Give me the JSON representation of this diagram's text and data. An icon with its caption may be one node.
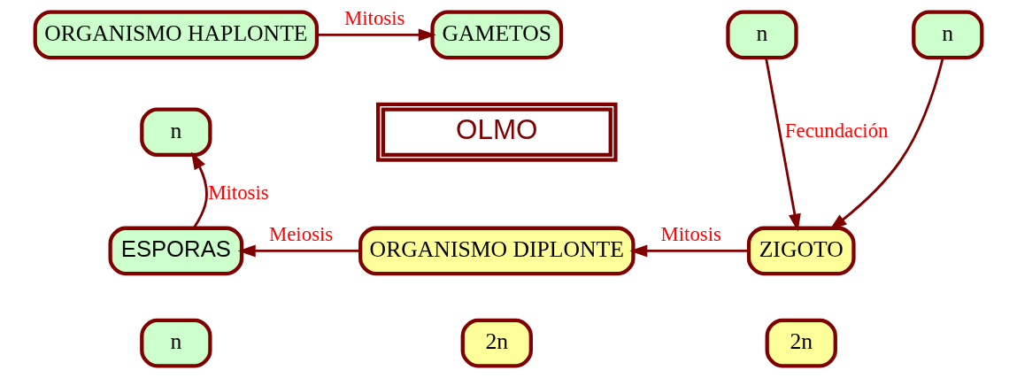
{
  "diagram": {
    "nodes": [
      {
        "text": [
          "ORGANISMO HAPLONTE"
        ]
      },
      {
        "text": [
          "n"
        ]
      },
      {
        "text": [
          "GAMETOS"
        ]
      },
      {
        "text": [
          "n"
        ]
      },
      {
        "text": [
          "n"
        ]
      },
      {
        "text": [
          "OLMO"
        ]
      },
      {
        "text": [
          "ESPORAS"
        ]
      },
      {
        "text": [
          "n"
        ]
      },
      {
        "text": [
          "ORGANISMO DIPLONTE"
        ]
      },
      {
        "text": [
          "2n"
        ]
      },
      {
        "text": [
          "ZIGOTO"
        ]
      },
      {
        "text": [
          "2n"
        ]
      }
    ],
    "edges": [
      {
        "from": 0,
        "to": 2,
        "arrow": "to",
        "label": "Mitosis"
      },
      {
        "from": 3,
        "to": 10,
        "arrow": "to",
        "label": "Fecundación"
      },
      {
        "from": 4,
        "to": 10,
        "arrow": "to"
      },
      {
        "from": 10,
        "to": 8,
        "arrow": "to",
        "label": "Mitosis"
      },
      {
        "from": 8,
        "to": 6,
        "arrow": "to",
        "label": "Meiosis"
      },
      {
        "from": 6,
        "to": 1,
        "arrow": "to",
        "label": "Mitosis"
      }
    ]
  }
}
